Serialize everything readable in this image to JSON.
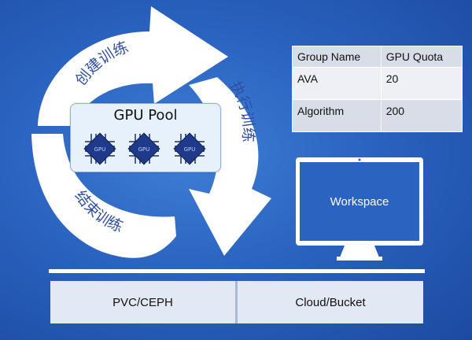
{
  "cycle": {
    "create_label": "创建训练",
    "execute_label": "执行训练",
    "end_label": "结束训练"
  },
  "gpu_pool": {
    "title": "GPU Pool",
    "chips": [
      "GPU",
      "GPU",
      "GPU"
    ]
  },
  "quota_table": {
    "headers": [
      "Group Name",
      "GPU Quota"
    ],
    "rows": [
      [
        "AVA",
        "20"
      ],
      [
        "Algorithm",
        "200"
      ]
    ]
  },
  "workspace": {
    "label": "Workspace"
  },
  "storage": {
    "left_label": "PVC/CEPH",
    "right_label": "Cloud/Bucket"
  },
  "colors": {
    "background": "#2a63c0",
    "arrow_fill": "#ffffff",
    "arc_text": "#2f4fa0",
    "chip": "#1f3a8a"
  }
}
